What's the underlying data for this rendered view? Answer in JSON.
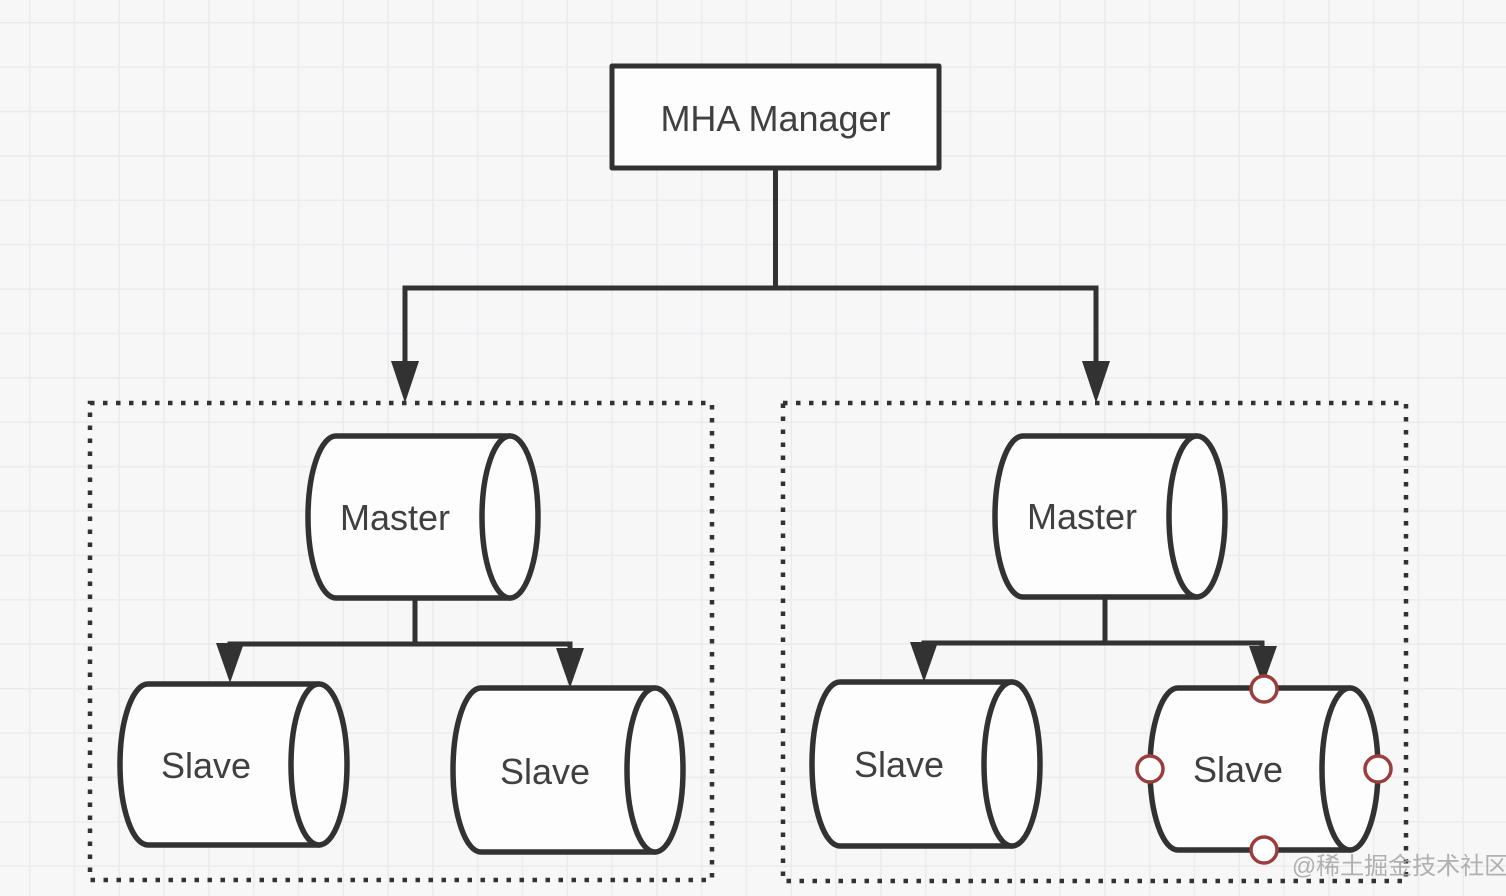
{
  "canvas": {
    "watermark": "@稀土掘金技术社区",
    "background_color": "#f7f7f8",
    "grid_color": "#ebebee"
  },
  "diagram": {
    "manager": {
      "label": "MHA Manager"
    },
    "groups": [
      {
        "master": {
          "label": "Master"
        },
        "slaves": [
          {
            "label": "Slave"
          },
          {
            "label": "Slave"
          }
        ]
      },
      {
        "master": {
          "label": "Master"
        },
        "slaves": [
          {
            "label": "Slave"
          },
          {
            "label": "Slave",
            "selected": true,
            "connection_points": [
              "top",
              "left",
              "right",
              "bottom"
            ]
          }
        ]
      }
    ],
    "colors": {
      "stroke": "#323232",
      "label_text": "#404040",
      "shape_fill": "#fdfdfd",
      "selection_handle": "#9b3d3d",
      "watermark_text": "#a9a9a9"
    }
  }
}
